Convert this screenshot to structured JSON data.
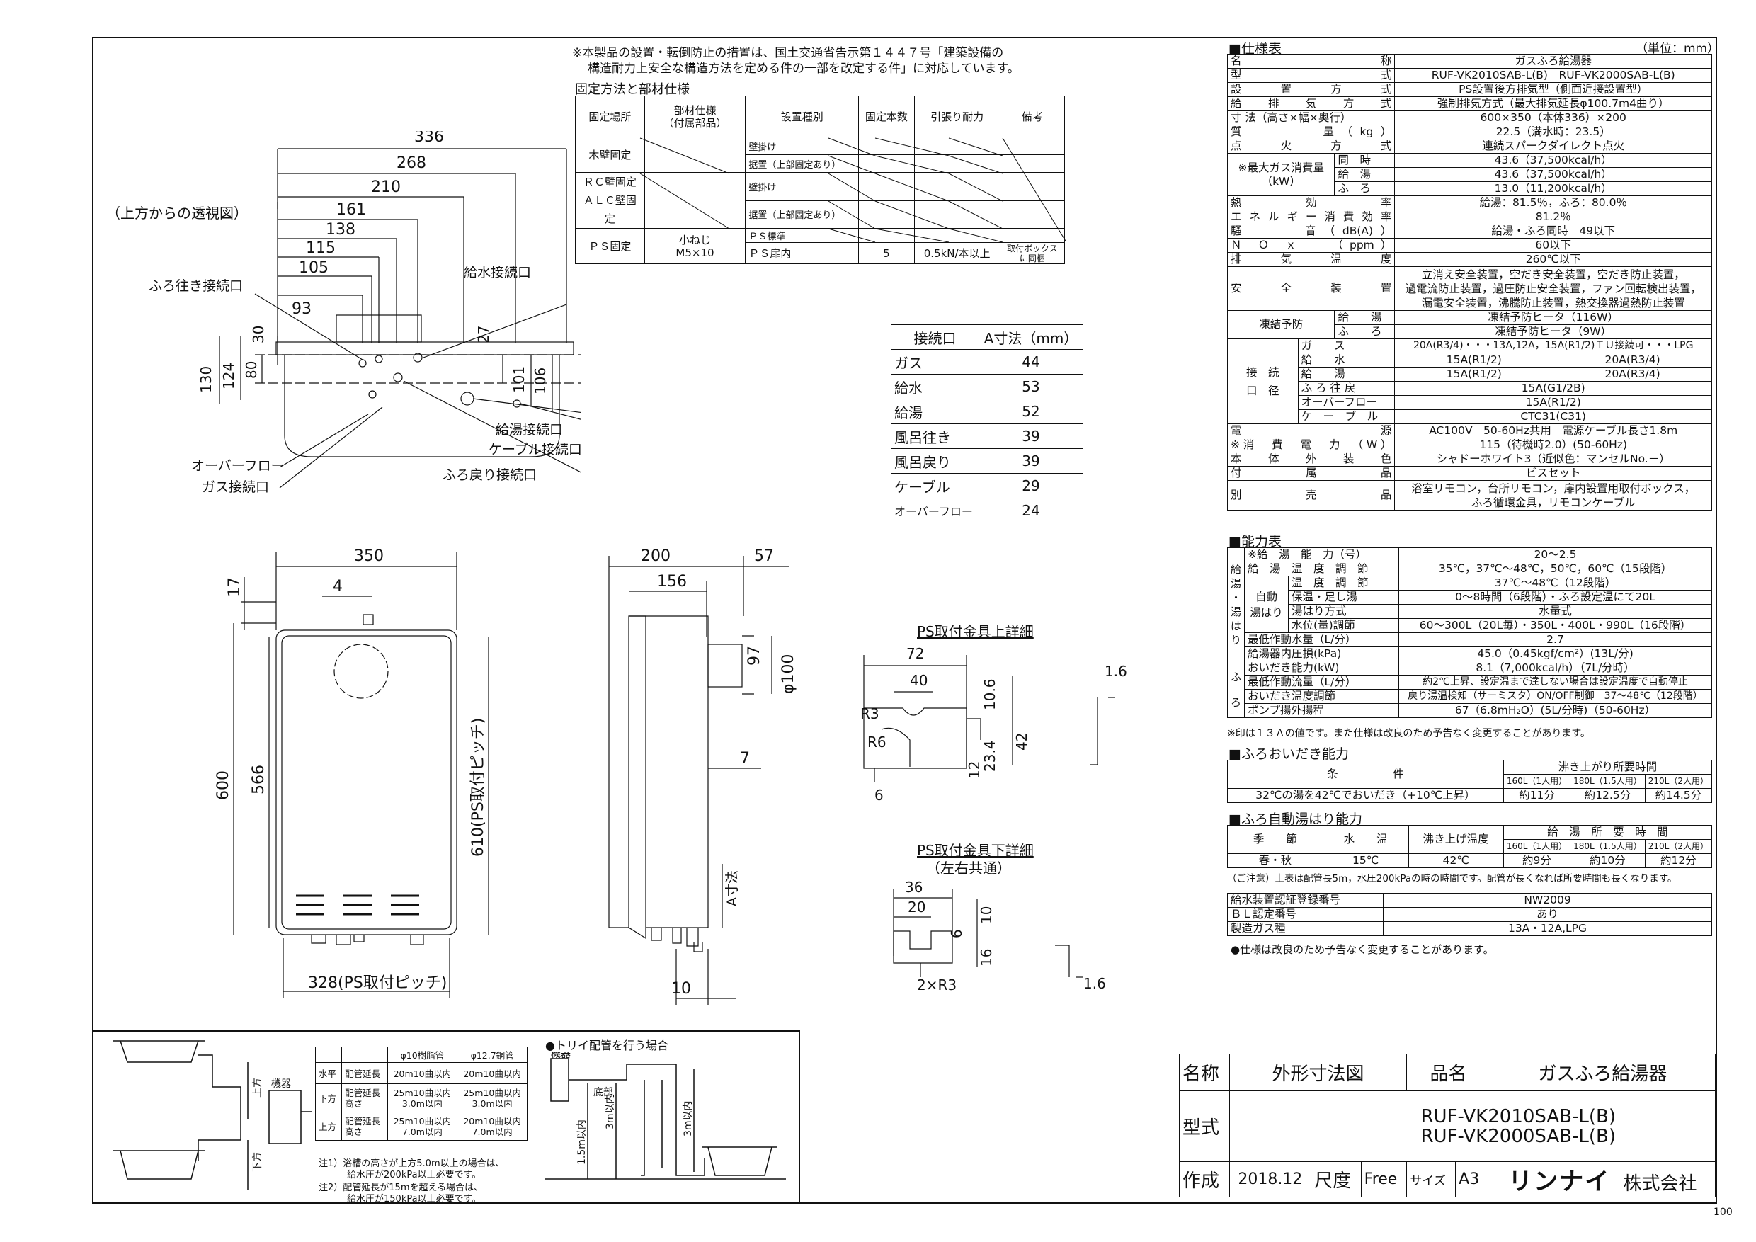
{
  "notice": {
    "line1": "※本製品の設置・転倒防止の措置は、国土交通省告示第１４４７号「建築設備の",
    "line2": "構造耐力上安全な構造方法を定める件の一部を改定する件」に対応しています。",
    "fixing_title": "固定方法と部材仕様"
  },
  "fixing_table": {
    "headers": [
      "固定場所",
      "部材仕様\n（付属部品）",
      "設置種別",
      "固定本数",
      "引張り耐力",
      "備考"
    ],
    "wood": "木壁固定",
    "wood_types": [
      "壁掛け",
      "据置（上部固定あり）"
    ],
    "rc": "ＲＣ壁固定\nＡＬＣ壁固定",
    "rc_types": [
      "壁掛け",
      "据置（上部固定あり）"
    ],
    "ps": "ＰＳ固定",
    "ps_member": "小ねじ\nM5×10",
    "ps_types": [
      "ＰＳ標準",
      "ＰＳ扉内"
    ],
    "ps_count": "5",
    "ps_strength": "0.5kN/本以上",
    "ps_note": "取付ボックス\nに同梱"
  },
  "a_dim_table": {
    "headers": [
      "接続口",
      "A寸法（mm）"
    ],
    "rows": [
      [
        "ガス",
        "44"
      ],
      [
        "給水",
        "53"
      ],
      [
        "給湯",
        "52"
      ],
      [
        "風呂往き",
        "39"
      ],
      [
        "風呂戻り",
        "39"
      ],
      [
        "ケーブル",
        "29"
      ],
      [
        "オーバーフロー",
        "24"
      ]
    ]
  },
  "top_view": {
    "caption": "（上方からの透視図）",
    "dims": [
      "336",
      "268",
      "210",
      "161",
      "138",
      "115",
      "105",
      "93",
      "30",
      "27",
      "130",
      "124",
      "80",
      "101",
      "106"
    ],
    "labels": [
      "ふろ往き接続口",
      "給水接続口",
      "給湯接続口",
      "ケーブル接続口",
      "オーバーフロー",
      "ガス接続口",
      "ふろ戻り接続口"
    ]
  },
  "front_view": {
    "dims": [
      "350",
      "17",
      "4",
      "600",
      "566",
      "610(PS取付ピッチ)",
      "328(PS取付ピッチ)"
    ]
  },
  "side_view": {
    "dims": [
      "200",
      "57",
      "156",
      "97",
      "φ100",
      "7",
      "A寸法",
      "10"
    ]
  },
  "bracket_upper": {
    "title": "PS取付金具上詳細",
    "dims": [
      "72",
      "40",
      "R3",
      "R6",
      "6",
      "10.6",
      "42",
      "23.4",
      "12",
      "1.6"
    ]
  },
  "bracket_lower": {
    "title": "PS取付金具下詳細",
    "subtitle": "（左右共通）",
    "dims": [
      "36",
      "20",
      "6",
      "10",
      "16",
      "2×R3",
      "1.6"
    ]
  },
  "piping": {
    "header": [
      "",
      "",
      "φ10樹脂管",
      "φ12.7銅管"
    ],
    "rows": [
      [
        "水平",
        "配管延長",
        "20m10曲以内",
        "20m10曲以内"
      ],
      [
        "下方",
        "配管延長\n高さ",
        "25m10曲以内\n3.0m以内",
        "25m10曲以内\n3.0m以内"
      ],
      [
        "上方",
        "配管延長\n高さ",
        "25m10曲以内\n7.0m以内",
        "20m10曲以内\n7.0m以内"
      ]
    ],
    "note1": "注1）浴槽の高さが上方5.0m以上の場合は、",
    "note1b": "給水圧が200kPa以上必要です。",
    "note2": "注2）配管延長が15mを超える場合は、",
    "note2b": "給水圧が150kPa以上必要です。",
    "labels": {
      "unit": "機器",
      "up": "上方",
      "down": "下方"
    },
    "trap_title": "●トリイ配管を行う場合",
    "trap_labels": {
      "unit": "機器",
      "bottom": "底部",
      "h1": "3m以内",
      "h2": "1.5m以内",
      "h3": "3m以内"
    }
  },
  "spec": {
    "title": "■仕様表",
    "unit": "（単位：mm）",
    "rows": [
      [
        "名　　　　　　　称",
        "ガスふろ給湯器"
      ],
      [
        "型　　　　　　　式",
        "RUF-VK2010SAB-L(B)　RUF-VK2000SAB-L(B)"
      ],
      [
        "設　　置　　方　　式",
        "PS設置後方排気型（側面近接設置型）"
      ],
      [
        "給　　排　　気　　方　　式",
        "強制排気方式（最大排気延長φ100.7m4曲り）"
      ],
      [
        "寸 法（高さ×幅×奥行）",
        "600×350（本体336）×200"
      ],
      [
        "質　　　　量（kg）",
        "22.5（満水時：23.5）"
      ],
      [
        "点　　火　　方　　式",
        "連続スパークダイレクト点火"
      ]
    ],
    "gas_label": "※最大ガス消費量\n（kW）",
    "gas_rows": [
      [
        "同　時",
        "43.6（37,500kcal/h）"
      ],
      [
        "給　湯",
        "43.6（37,500kcal/h）"
      ],
      [
        "ふ　ろ",
        "13.0（11,200kcal/h）"
      ]
    ],
    "rows2": [
      [
        "熱　　　　効　　　　率",
        "給湯：81.5％，ふろ：80.0％"
      ],
      [
        "エネルギー消費効率",
        "81.2％"
      ],
      [
        "騒　　　音（dB(A)）",
        "給湯・ふろ同時　49以下"
      ],
      [
        "Ｎ Ｏ ｘ　　（ppm）",
        "60以下"
      ],
      [
        "排　　気　　温　　度",
        "260℃以下"
      ]
    ],
    "safety_label": "安　　全　　装　　置",
    "safety": [
      "立消え安全装置，空だき安全装置，空だき防止装置，",
      "過電流防止装置，過圧防止安全装置，ファン回転検出装置，",
      "漏電安全装置，沸騰防止装置，熱交換器過熱防止装置"
    ],
    "freeze_label": "凍結予防",
    "freeze": [
      [
        "給　　湯",
        "凍結予防ヒータ（116W）"
      ],
      [
        "ふ　　ろ",
        "凍結予防ヒータ（9W）"
      ]
    ],
    "conn_label": "接　続\n口　径",
    "conn_gas": [
      "ガ　　ス",
      "20A(R3/4)・・・13A,12A，15A(R1/2)ＴＵ接続可・・・LPG"
    ],
    "conn_rows": [
      [
        "給　　水",
        "15A(R1/2)",
        "20A(R3/4)"
      ],
      [
        "給　　湯",
        "15A(R1/2)",
        "20A(R3/4)"
      ]
    ],
    "conn_rows2": [
      [
        "ふ ろ 往 戻",
        "15A(G1/2B)"
      ],
      [
        "オーバーフロー",
        "15A(R1/2)"
      ],
      [
        "ケ　ー　ブ　ル",
        "CTC31(C31)"
      ]
    ],
    "rows3": [
      [
        "電　　　　　　源",
        "AC100V　50-60Hz共用　電源ケーブル長さ1.8m"
      ],
      [
        "※消　費　電　力　（W）",
        "115（待機時2.0）(50-60Hz)"
      ],
      [
        "本　体　外　装　色",
        "シャドーホワイト3（近似色：マンセルNo.－）"
      ],
      [
        "付　　　　属　　　　品",
        "ビスセット"
      ]
    ],
    "sold_label": "別　　　　売　　　　品",
    "sold": [
      "浴室リモコン，台所リモコン，扉内設置用取付ボックス，",
      "ふろ循環金具，リモコンケーブル"
    ]
  },
  "capacity": {
    "title": "■能力表",
    "side1": "給\n湯\n・\n湯\nは\nり",
    "rows": [
      [
        "※給　湯　能　力（号）",
        "20～2.5"
      ],
      [
        "給　湯　温　度　調　節",
        "35℃，37℃～48℃，50℃，60℃（15段階）"
      ]
    ],
    "auto_label": "自動\n湯はり",
    "auto_rows": [
      [
        "温　度　調　節",
        "37℃～48℃（12段階）"
      ],
      [
        "保温・足し湯",
        "0～8時間（6段階）・ふろ設定温にて20L"
      ],
      [
        "湯はり方式",
        "水量式"
      ],
      [
        "水位(量)調節",
        "60～300L（20L毎）・350L・400L・990L（16段階）"
      ]
    ],
    "rows2": [
      [
        "最低作動水量（L/分）",
        "2.7"
      ],
      [
        "給湯器内圧損(kPa)",
        "45.0（0.45kgf/cm²）(13L/分)"
      ]
    ],
    "side2": "ふ\n\nろ",
    "furo_rows": [
      [
        "おいだき能力(kW)",
        "8.1（7,000kcal/h）（7L/分時）"
      ],
      [
        "最低作動流量（L/分）",
        "約2℃上昇、設定温まで達しない場合は設定温度で自動停止"
      ],
      [
        "おいだき温度調節",
        "戻り湯温検知（サーミスタ）ON/OFF制御　37～48℃（12段階）"
      ],
      [
        "ポンプ揚外揚程",
        "67（6.8mH₂O）(5L/分時)（50-60Hz）"
      ]
    ],
    "note": "※印は１３Ａの値です。また仕様は改良のため予告なく変更することがあります。"
  },
  "oidaki": {
    "title": "■ふろおいだき能力",
    "header": [
      "条　　　　　件",
      "沸き上がり所要時間"
    ],
    "sub": [
      "160L（1人用）",
      "180L（1.5人用）",
      "210L（2人用）"
    ],
    "row": [
      "32℃の湯を42℃でおいだき（+10℃上昇）",
      "約11分",
      "約12.5分",
      "約14.5分"
    ]
  },
  "auto_fill": {
    "title": "■ふろ自動湯はり能力",
    "header": [
      "季　　節",
      "水　　温",
      "沸き上げ温度",
      "給　湯　所　要　時　間"
    ],
    "sub": [
      "160L（1人用）",
      "180L（1.5人用）",
      "210L（2人用）"
    ],
    "row": [
      "春・秋",
      "15℃",
      "42℃",
      "約9分",
      "約10分",
      "約12分"
    ],
    "note": "（ご注意）上表は配管長5m，水圧200kPaの時の時間です。配管が長くなれば所要時間も長くなります。"
  },
  "cert": {
    "rows": [
      [
        "給水装置認証登録番号",
        "NW2009"
      ],
      [
        "ＢＬ認定番号",
        "あり"
      ],
      [
        "製造ガス種",
        "13A・12A,LPG"
      ]
    ],
    "note": "●仕様は改良のため予告なく変更することがあります。"
  },
  "title_block": {
    "name_label": "名称",
    "name": "外形寸法図",
    "product_label": "品名",
    "product": "ガスふろ給湯器",
    "model_label": "型式",
    "model1": "RUF-VK2010SAB-L(B)",
    "model2": "RUF-VK2000SAB-L(B)",
    "made_label": "作成",
    "date": "2018.12",
    "scale_label": "尺度",
    "scale": "Free",
    "size_label": "サイズ",
    "size": "A3",
    "company_logo": "リンナイ",
    "company": "株式会社"
  },
  "page_no": "100"
}
